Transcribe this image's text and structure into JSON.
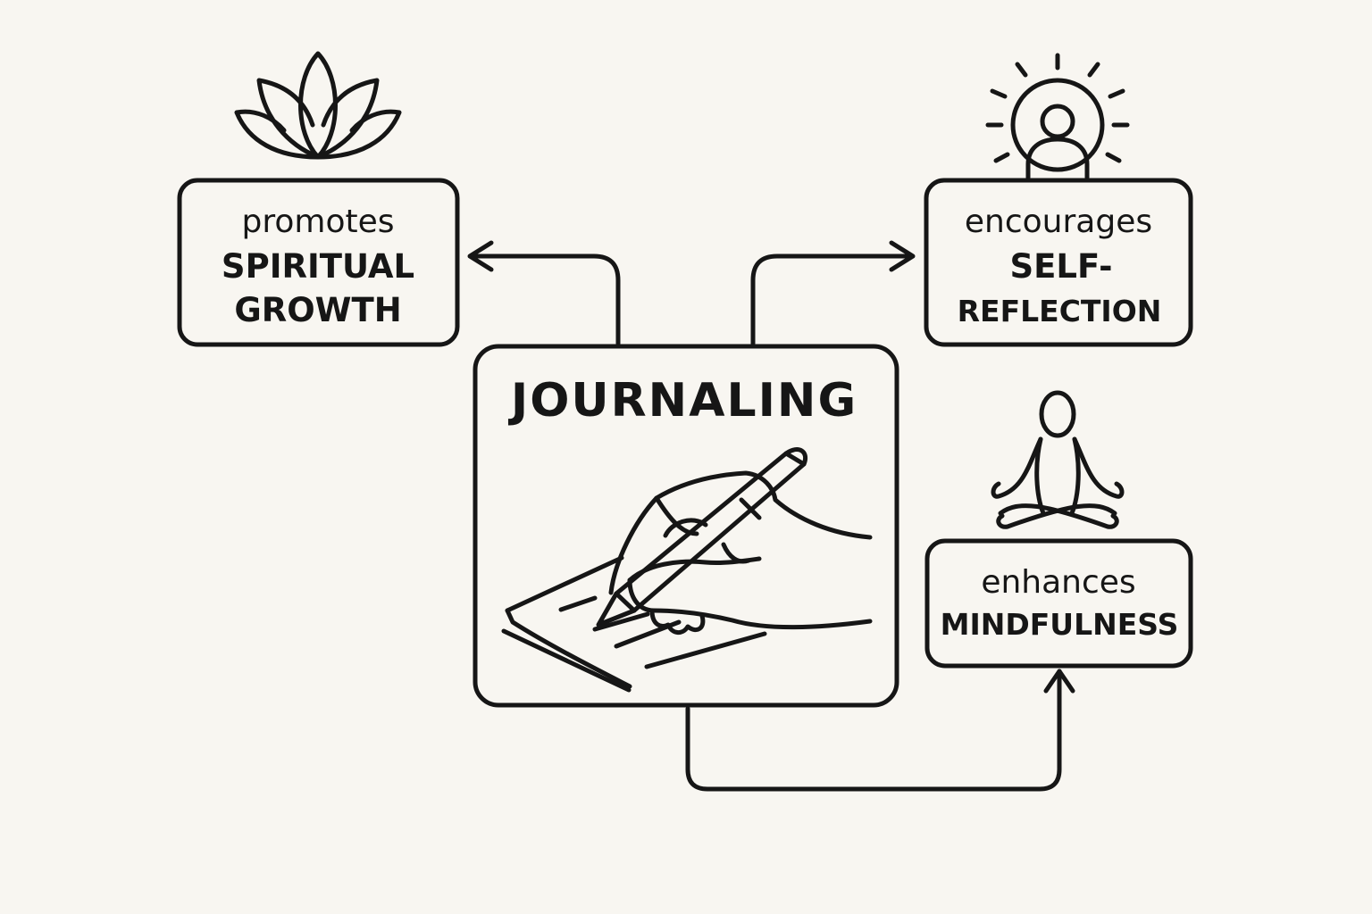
{
  "center": {
    "title": "JOURNALING"
  },
  "nodes": {
    "spiritual_growth": {
      "verb": "promotes",
      "line1": "SPIRITUAL",
      "line2": "GROWTH"
    },
    "self_reflection": {
      "verb": "encourages",
      "line1": "SELF-",
      "line2": "REFLECTION"
    },
    "mindfulness": {
      "verb": "enhances",
      "line1": "MINDFULNESS"
    }
  },
  "icons": {
    "lotus": "lotus-icon",
    "radiant_person": "radiant-person-icon",
    "meditation": "meditation-icon",
    "writing_hand": "writing-hand-icon"
  },
  "colors": {
    "background": "#f8f6f1",
    "ink": "#161616"
  }
}
